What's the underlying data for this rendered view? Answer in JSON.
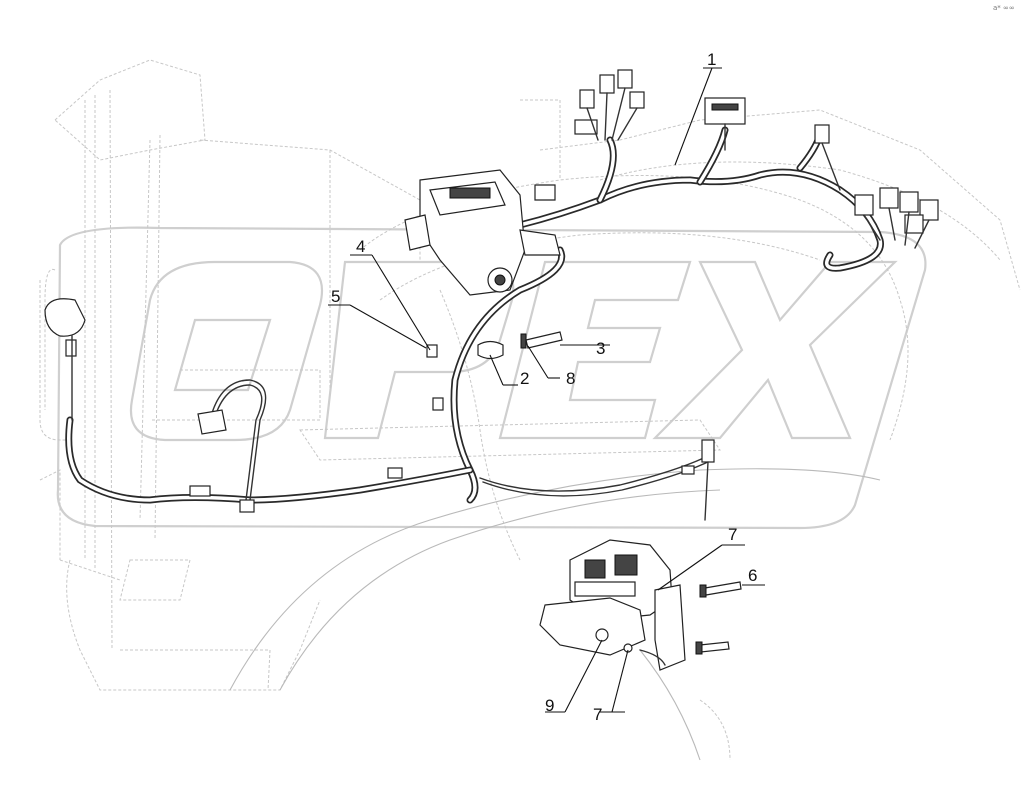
{
  "diagram": {
    "corner_mark": "a* ∞∞",
    "watermark": "OPEX",
    "callouts": [
      {
        "id": "1",
        "label": "1"
      },
      {
        "id": "2",
        "label": "2"
      },
      {
        "id": "3",
        "label": "3"
      },
      {
        "id": "4",
        "label": "4"
      },
      {
        "id": "5",
        "label": "5"
      },
      {
        "id": "6",
        "label": "6"
      },
      {
        "id": "7a",
        "label": "7"
      },
      {
        "id": "7b",
        "label": "7"
      },
      {
        "id": "8",
        "label": "8"
      },
      {
        "id": "9",
        "label": "9"
      }
    ]
  }
}
